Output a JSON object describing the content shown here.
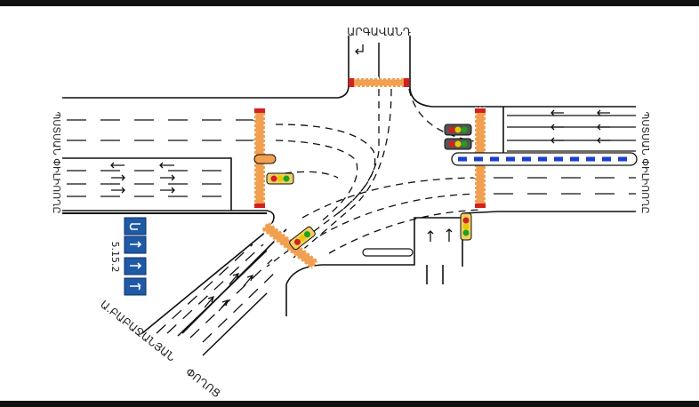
{
  "streets": {
    "north": "ԱՐԳԱՎԱՆԴ",
    "west": "ՊՍՏՍԱՆ ՓԻԼԻՈՈՂԸ",
    "east": "ՊՍՏՍԱՆ ՓԻԼԻՈՈՂԸ",
    "southwest_line1": "Ա.ԲԱԲԱՋԱՆՅԱՆ",
    "southwest_line2": "ՓՈՂՈՑ"
  },
  "sign_label": "5.15.2",
  "colors": {
    "sign_blue": "#1f5aa6",
    "curb_blue": "#1a3fd0",
    "crosswalk_orange": "#f0a050",
    "signal_red": "#d42020",
    "signal_yellow": "#e8c800",
    "signal_green": "#20a020",
    "signal_housing": "#f0d060"
  },
  "icons": [
    "traffic-light-icon",
    "lane-arrow-icon",
    "u-turn-sign-icon",
    "straight-sign-icon"
  ]
}
